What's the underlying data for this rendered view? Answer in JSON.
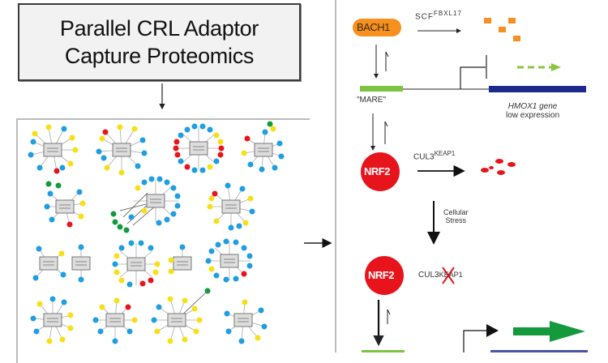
{
  "title": {
    "line1": "Parallel CRL Adaptor",
    "line2": "Capture Proteomics"
  },
  "network_panel": {
    "description": "grid of CRL adaptor interaction networks",
    "node_colors": {
      "blue": "#1f9ee0",
      "yellow": "#f7e017",
      "red": "#e8141c",
      "green": "#149a3c",
      "hub": "#c8c8c8"
    }
  },
  "pathway": {
    "bach1": {
      "label": "BACH1",
      "color": "#f7901e"
    },
    "scf_label": "SCF",
    "scf_super": "FBXL17",
    "mare_label": "\"MARE\"",
    "gene_label_line1": "HMOX1 gene",
    "gene_label_line2": "low expression",
    "nrf2_top": {
      "label": "NRF2",
      "color": "#e8141c"
    },
    "cul3_label": "CUL3",
    "cul3_super": "KEAP1",
    "stress_line1": "Cellular",
    "stress_line2": "Stress",
    "nrf2_bottom": {
      "label": "NRF2"
    },
    "cul3_blocked_label": "CUL3",
    "cul3_blocked_super": "KEAP1",
    "colors": {
      "mare_bar": "#7dc242",
      "gene_bar": "#1b2a8c",
      "fragment_orange": "#f7901e",
      "fragment_red": "#e8141c",
      "dashed_arrow": "#8cc63f",
      "strong_arrow": "#149a3c"
    }
  }
}
